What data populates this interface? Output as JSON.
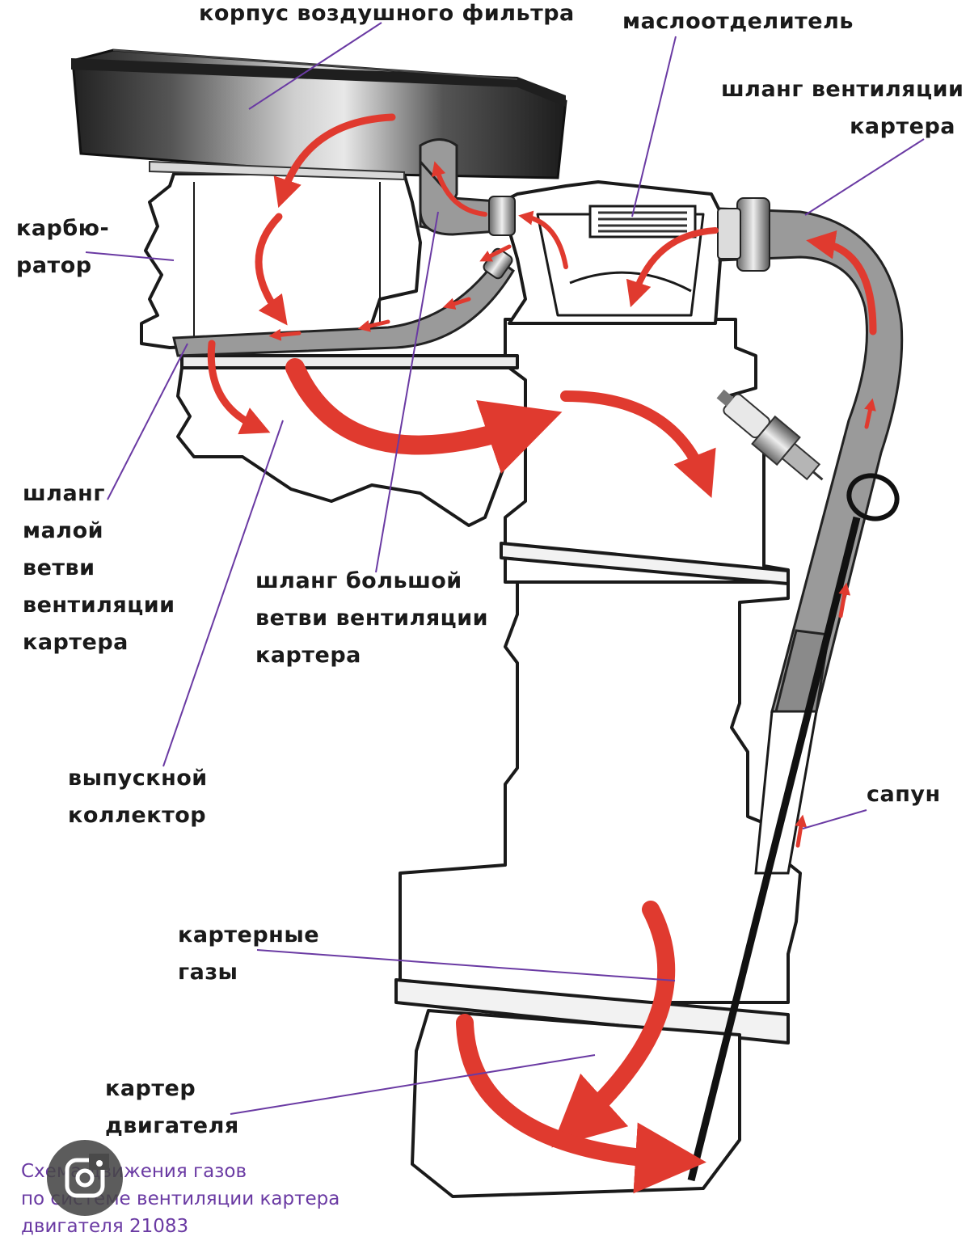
{
  "labels": {
    "air_filter_housing": "корпус воздушного фильтра",
    "oil_separator": "маслоотделитель",
    "crankcase_vent_hose": [
      "шланг вентиляции",
      "картера"
    ],
    "carburetor": [
      "карбю-",
      "ратор"
    ],
    "small_branch_hose": [
      "шланг",
      "малой",
      "ветви",
      "вентиляции",
      "картера"
    ],
    "large_branch_hose": [
      "шланг большой",
      "ветви вентиляции",
      "картера"
    ],
    "exhaust_manifold": [
      "выпускной",
      "коллектор"
    ],
    "breather": "сапун",
    "crankcase_gases": [
      "картерные",
      "газы"
    ],
    "engine_crankcase": [
      "картер",
      "двигателя"
    ]
  },
  "caption": [
    "Схема движения газов",
    "по системе вентиляции картера",
    "двигателя 21083"
  ],
  "colors": {
    "arrow": "#e03a2f",
    "leader_line": "#6a3aa3",
    "outline": "#1a1a1a",
    "hose_fill": "#9a9a9a",
    "caption": "#6a3aa3"
  },
  "icons": [
    "google-lens-icon"
  ]
}
